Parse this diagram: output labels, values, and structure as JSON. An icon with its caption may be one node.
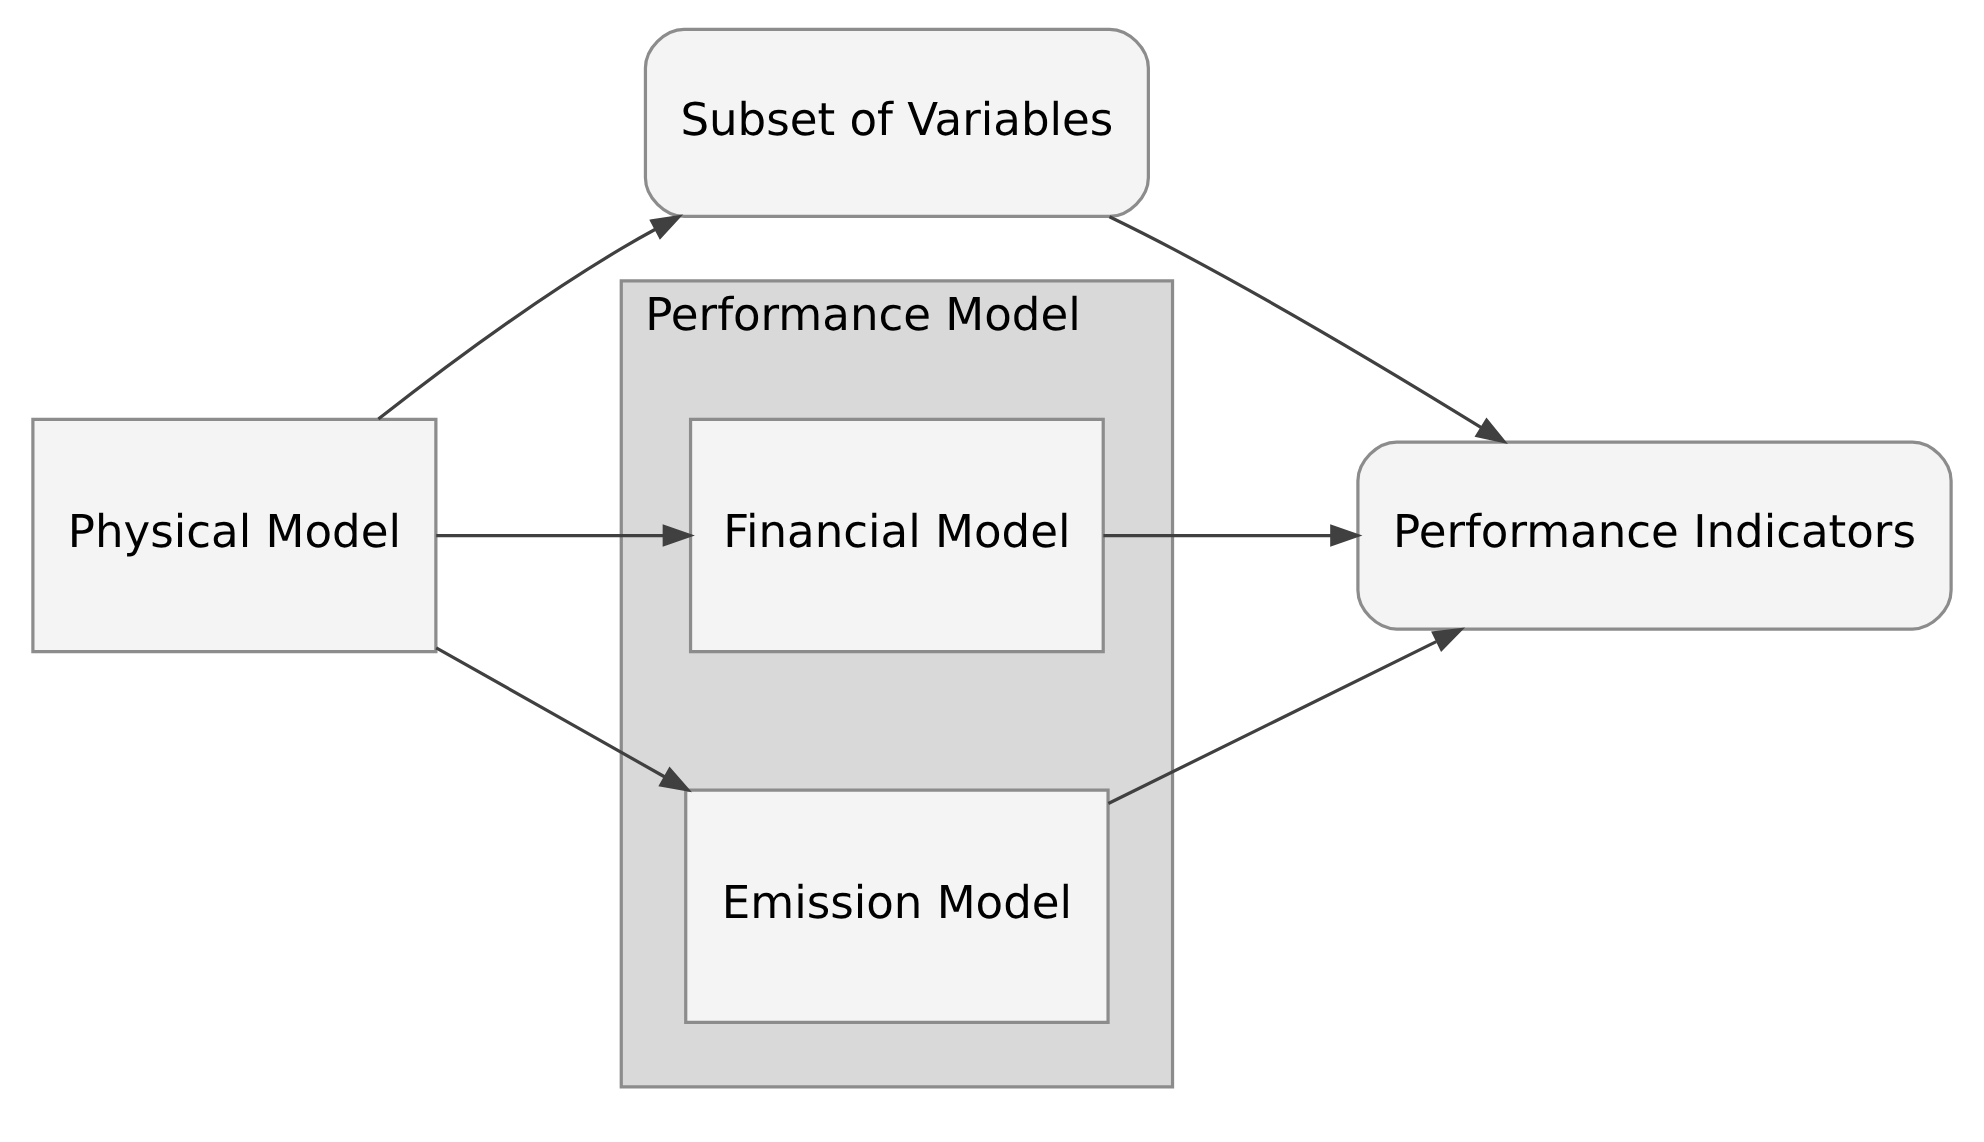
{
  "diagram": {
    "nodes": [
      {
        "text": [
          "Physical Model"
        ]
      },
      {
        "text": [
          "Subset of Variables"
        ]
      },
      {
        "text": [
          "Performance Model"
        ]
      },
      {
        "text": [
          "Financial Model"
        ],
        "in": 2
      },
      {
        "text": [
          "Emission Model"
        ],
        "in": 2
      },
      {
        "text": [
          "Performance Indicators"
        ]
      }
    ],
    "edges": [
      {
        "from": 0,
        "to": 1,
        "arrow": "to"
      },
      {
        "from": 0,
        "to": 3,
        "arrow": "to"
      },
      {
        "from": 0,
        "to": 4,
        "arrow": "to"
      },
      {
        "from": 1,
        "to": 5,
        "arrow": "to"
      },
      {
        "from": 3,
        "to": 5,
        "arrow": "to"
      },
      {
        "from": 4,
        "to": 5,
        "arrow": "to"
      }
    ]
  }
}
